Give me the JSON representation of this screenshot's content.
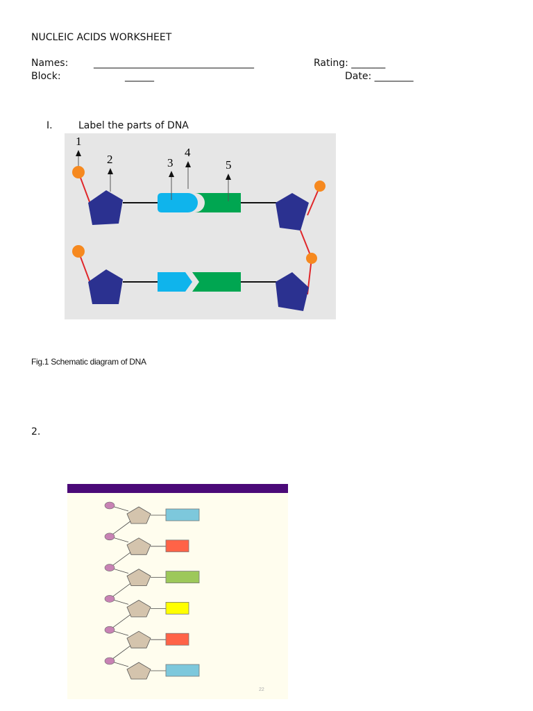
{
  "worksheet": {
    "title": "NUCLEIC ACIDS WORKSHEET",
    "names_label": "Names:",
    "names_blank": "_________________________________",
    "rating_label": "Rating: _______",
    "block_label": "Block:",
    "block_blank": "______",
    "date_label": "Date: ________"
  },
  "section1": {
    "numeral": "I.",
    "instruction": "Label the parts of DNA",
    "figure_labels": [
      "1",
      "2",
      "3",
      "4",
      "5"
    ],
    "caption": "Fig.1 Schematic diagram of DNA"
  },
  "section2": {
    "number": "2.",
    "base_colors": [
      "#7dc8dc",
      "#ff6347",
      "#9dc85a",
      "#ffff00",
      "#ff6347",
      "#7dc8dc"
    ],
    "page_mark": "22"
  },
  "colors": {
    "phosphate": "#f6891f",
    "sugar": "#2b3190",
    "backbone": "#e0262a",
    "base_blue": "#0fb4ec",
    "base_green": "#00a651",
    "banner": "#4b0a78",
    "panel_bg": "#fffdee"
  }
}
